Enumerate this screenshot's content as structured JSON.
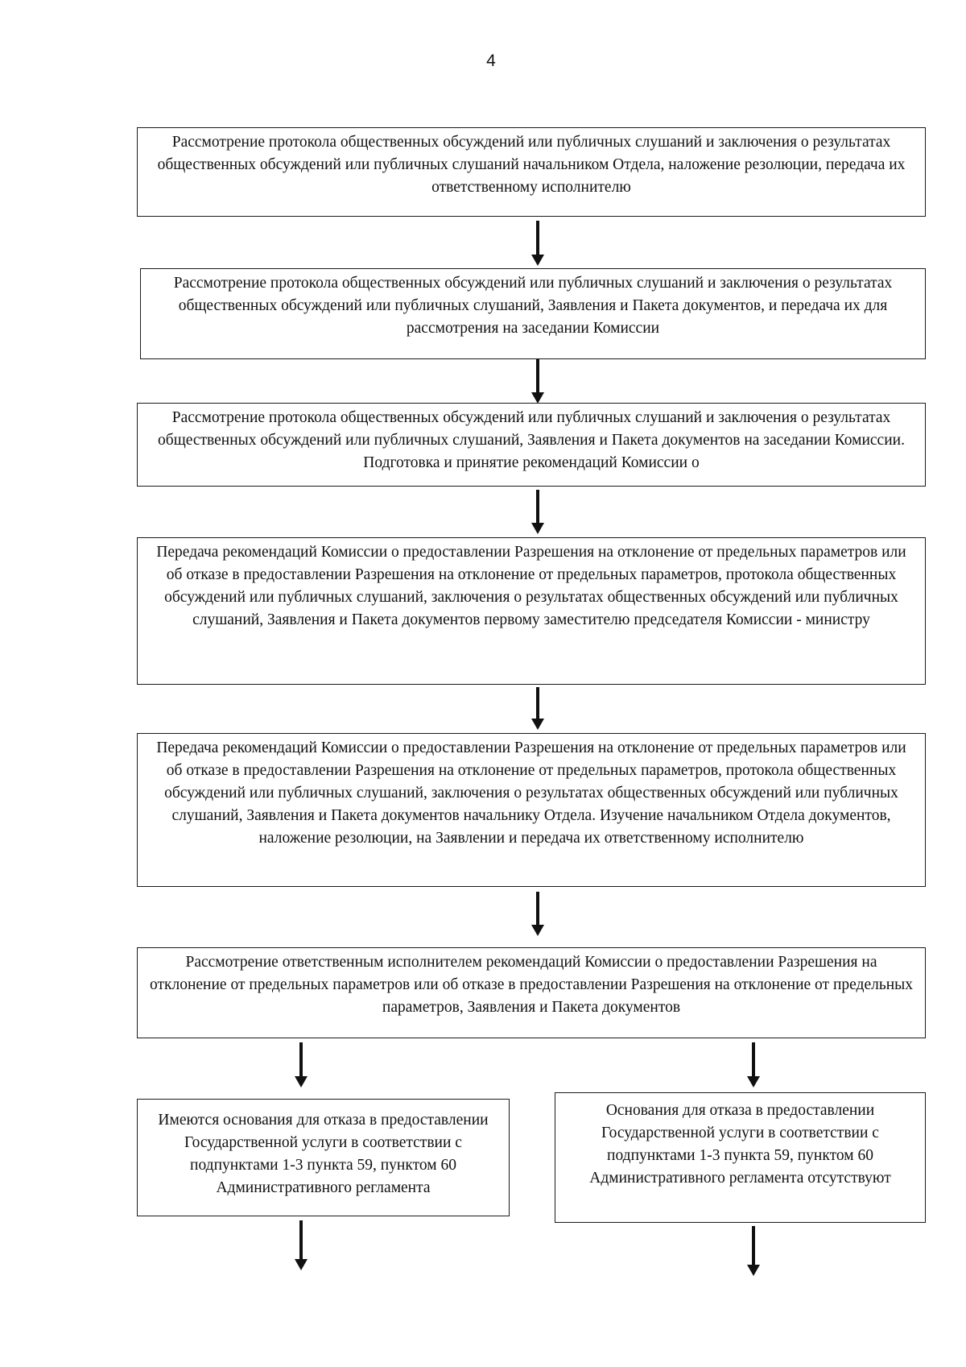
{
  "page_number": "4",
  "steps": [
    {
      "text": "Рассмотрение протокола общественных обсуждений или публичных слушаний и заключения о результатах общественных обсуждений или публичных слушаний начальником Отдела, наложение резолюции, передача их ответственному исполнителю"
    },
    {
      "text": "Рассмотрение протокола общественных обсуждений или публичных слушаний и заключения о результатах общественных обсуждений или публичных слушаний, Заявления и Пакета документов, и передача их для рассмотрения на заседании Комиссии"
    },
    {
      "text": "Рассмотрение протокола общественных обсуждений или публичных слушаний и заключения о результатах общественных обсуждений или публичных слушаний, Заявления и Пакета документов на заседании Комиссии. Подготовка и принятие рекомендаций Комиссии о"
    },
    {
      "text": "Передача рекомендаций Комиссии о предоставлении Разрешения на отклонение от предельных параметров или об отказе в предоставлении Разрешения на отклонение от предельных параметров, протокола общественных обсуждений или публичных слушаний, заключения о результатах общественных обсуждений или публичных слушаний, Заявления и Пакета документов первому заместителю председателя Комиссии - министру"
    },
    {
      "text": "Передача рекомендаций Комиссии о предоставлении Разрешения на отклонение от предельных параметров или об отказе в предоставлении Разрешения на отклонение от предельных параметров, протокола общественных обсуждений или публичных слушаний, заключения о результатах общественных обсуждений или публичных слушаний, Заявления и Пакета документов начальнику Отдела. Изучение начальником Отдела документов, наложение резолюции, на Заявлении и передача их ответственному исполнителю"
    },
    {
      "text": "Рассмотрение ответственным исполнителем рекомендаций Комиссии о предоставлении Разрешения на отклонение от предельных параметров или об отказе в предоставлении Разрешения на отклонение от предельных параметров, Заявления и Пакета документов"
    }
  ],
  "branches": {
    "left": {
      "text": "Имеются основания для отказа в предоставлении Государственной услуги в соответствии с подпунктами 1-3 пункта 59, пунктом 60 Административного регламента"
    },
    "right": {
      "text": "Основания для отказа в предоставлении Государственной услуги в соответствии с подпунктами 1-3 пункта 59, пунктом 60 Административного регламента отсутствуют"
    }
  }
}
